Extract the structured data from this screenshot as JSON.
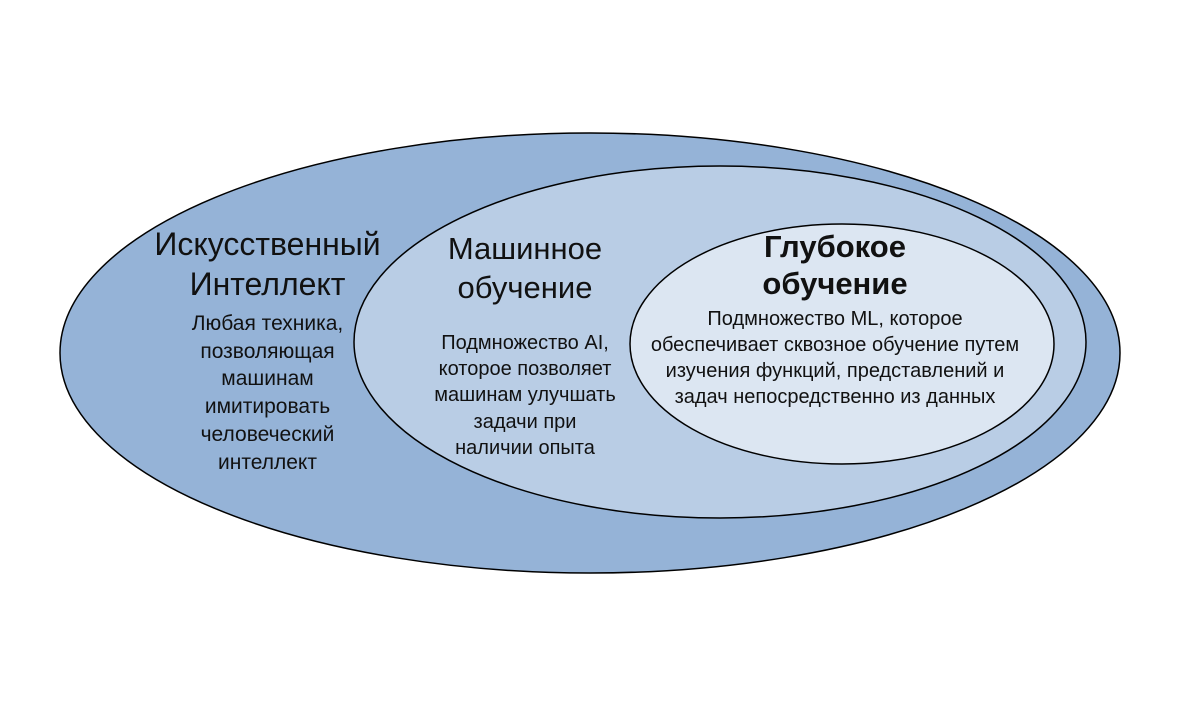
{
  "colors": {
    "outer_fill": "#95b3d7",
    "middle_fill": "#b9cde5",
    "inner_fill": "#dce6f2",
    "stroke": "#000000"
  },
  "ai": {
    "title_line1": "Искусственный",
    "title_line2": "Интеллект",
    "desc_line1": "Любая техника,",
    "desc_line2": "позволяющая",
    "desc_line3": "машинам",
    "desc_line4": "имитировать",
    "desc_line5": "человеческий",
    "desc_line6": "интеллект"
  },
  "ml": {
    "title_line1": "Машинное",
    "title_line2": "обучение",
    "desc_line1": "Подмножество AI,",
    "desc_line2": "которое позволяет",
    "desc_line3": "машинам улучшать",
    "desc_line4": "задачи при",
    "desc_line5": "наличии опыта"
  },
  "dl": {
    "title_line1": "Глубокое",
    "title_line2": "обучение",
    "desc_line1": "Подмножество ML, которое",
    "desc_line2": "обеспечивает сквозное обучение путем",
    "desc_line3": "изучения функций, представлений и",
    "desc_line4": "задач непосредственно из данных"
  }
}
